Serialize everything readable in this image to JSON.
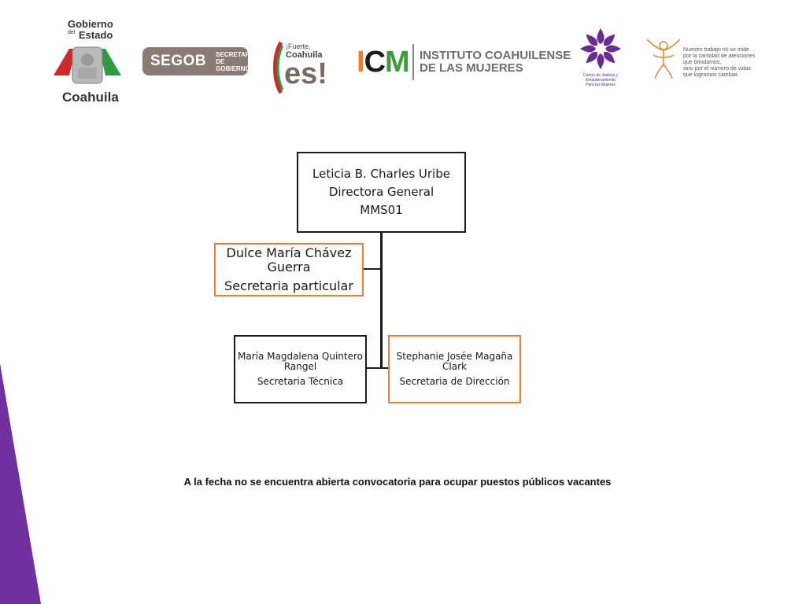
{
  "header": {
    "logos": {
      "coahuila": {
        "line1": "Gobierno",
        "line2": "del",
        "line3": "Estado",
        "name": "Coahuila",
        "icon": "coat-of-arms-icon"
      },
      "segob": {
        "acronym": "SEGOB",
        "line1": "SECRETARÍA",
        "line2": "DE GOBIERNO"
      },
      "fuerte": {
        "line1": "¡Fuerte,",
        "line2": "Coahuila",
        "line3": "es!"
      },
      "icm": {
        "mark": "ICM",
        "line1": "INSTITUTO COAHUILENSE",
        "line2": "DE LAS MUJERES"
      },
      "cjem": {
        "line1": "Centro de Justicia y",
        "line2": "Empoderamiento",
        "line3": "Para las Mujeres",
        "icon": "flower-star-icon"
      },
      "quote": {
        "line1": "Nuestro trabajo no se mide",
        "line2": "por la cantidad de atenciones",
        "line3": "que brindamos,",
        "line4": "sino por el número de vidas",
        "line5": "que logramos cambiar.",
        "icon": "woman-figure-icon"
      }
    }
  },
  "org_chart": {
    "director": {
      "name": "Leticia B. Charles Uribe",
      "title": "Directora General",
      "code": "MMS01"
    },
    "private_secretary": {
      "name": "Dulce María Chávez Guerra",
      "title": "Secretaria particular"
    },
    "technical_secretary": {
      "name": "María Magdalena Quintero Rangel",
      "title": "Secretaria Técnica"
    },
    "direction_secretary": {
      "name": "Stephanie Josée Magaña Clark",
      "title": "Secretaria de Dirección"
    }
  },
  "footer": {
    "note": "A la fecha no se encuentra abierta convocatoria para ocupar puestos públicos vacantes"
  },
  "colors": {
    "orange_border": "#ed7d31",
    "purple_band": "#7030a0",
    "icm_orange": "#ed7d31",
    "icm_green": "#3a9d3a"
  }
}
